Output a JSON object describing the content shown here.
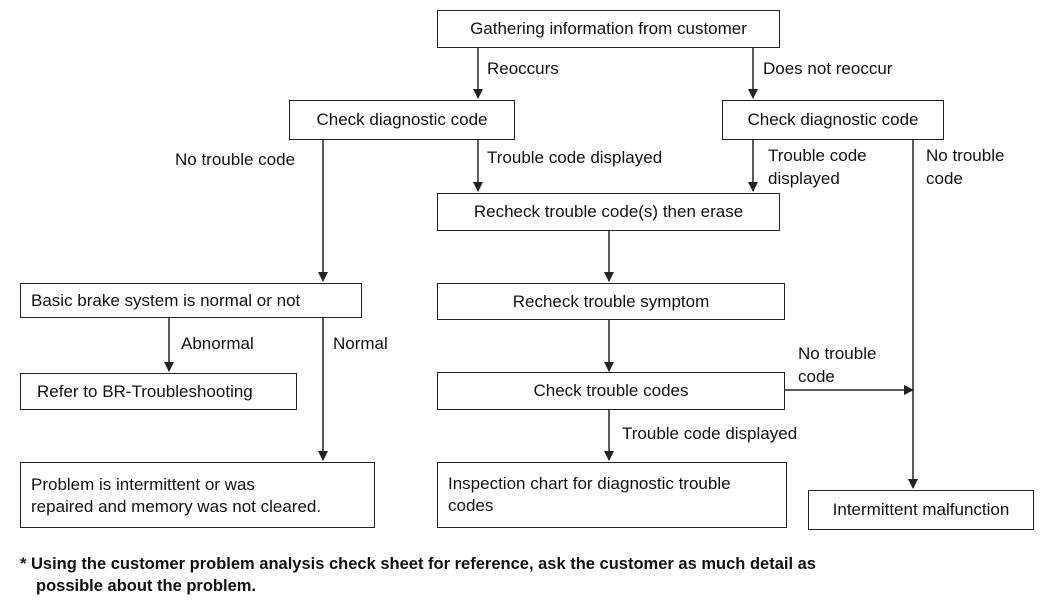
{
  "boxes": {
    "gather": "Gathering information from customer",
    "check_left": "Check diagnostic code",
    "check_right": "Check diagnostic code",
    "recheck_codes": "Recheck trouble code(s) then erase",
    "basic_brake": "Basic brake system is normal or not",
    "recheck_symptom": "Recheck trouble symptom",
    "refer_br": "Refer to BR-Troubleshooting",
    "check_codes": "Check trouble codes",
    "intermittent_problem": [
      "Problem is intermittent or was",
      "repaired and memory was not cleared."
    ],
    "inspection_chart": [
      "Inspection chart for diagnostic trouble",
      "codes"
    ],
    "intermittent_malfunction": "Intermittent malfunction"
  },
  "labels": {
    "reoccurs": "Reoccurs",
    "does_not_reoccur": "Does not reoccur",
    "no_trouble_code_left": "No trouble code",
    "trouble_code_displayed_mid": "Trouble code displayed",
    "trouble_code_displayed_right": [
      "Trouble code",
      "displayed"
    ],
    "no_trouble_code_right": [
      "No trouble",
      "code"
    ],
    "abnormal": "Abnormal",
    "normal": "Normal",
    "no_trouble_code_codes": [
      "No trouble",
      "code"
    ],
    "trouble_code_displayed_bottom": "Trouble code displayed"
  },
  "footnote": {
    "line1": "* Using the customer problem analysis check sheet for reference, ask the customer as much detail as",
    "line2": "possible about the problem."
  }
}
